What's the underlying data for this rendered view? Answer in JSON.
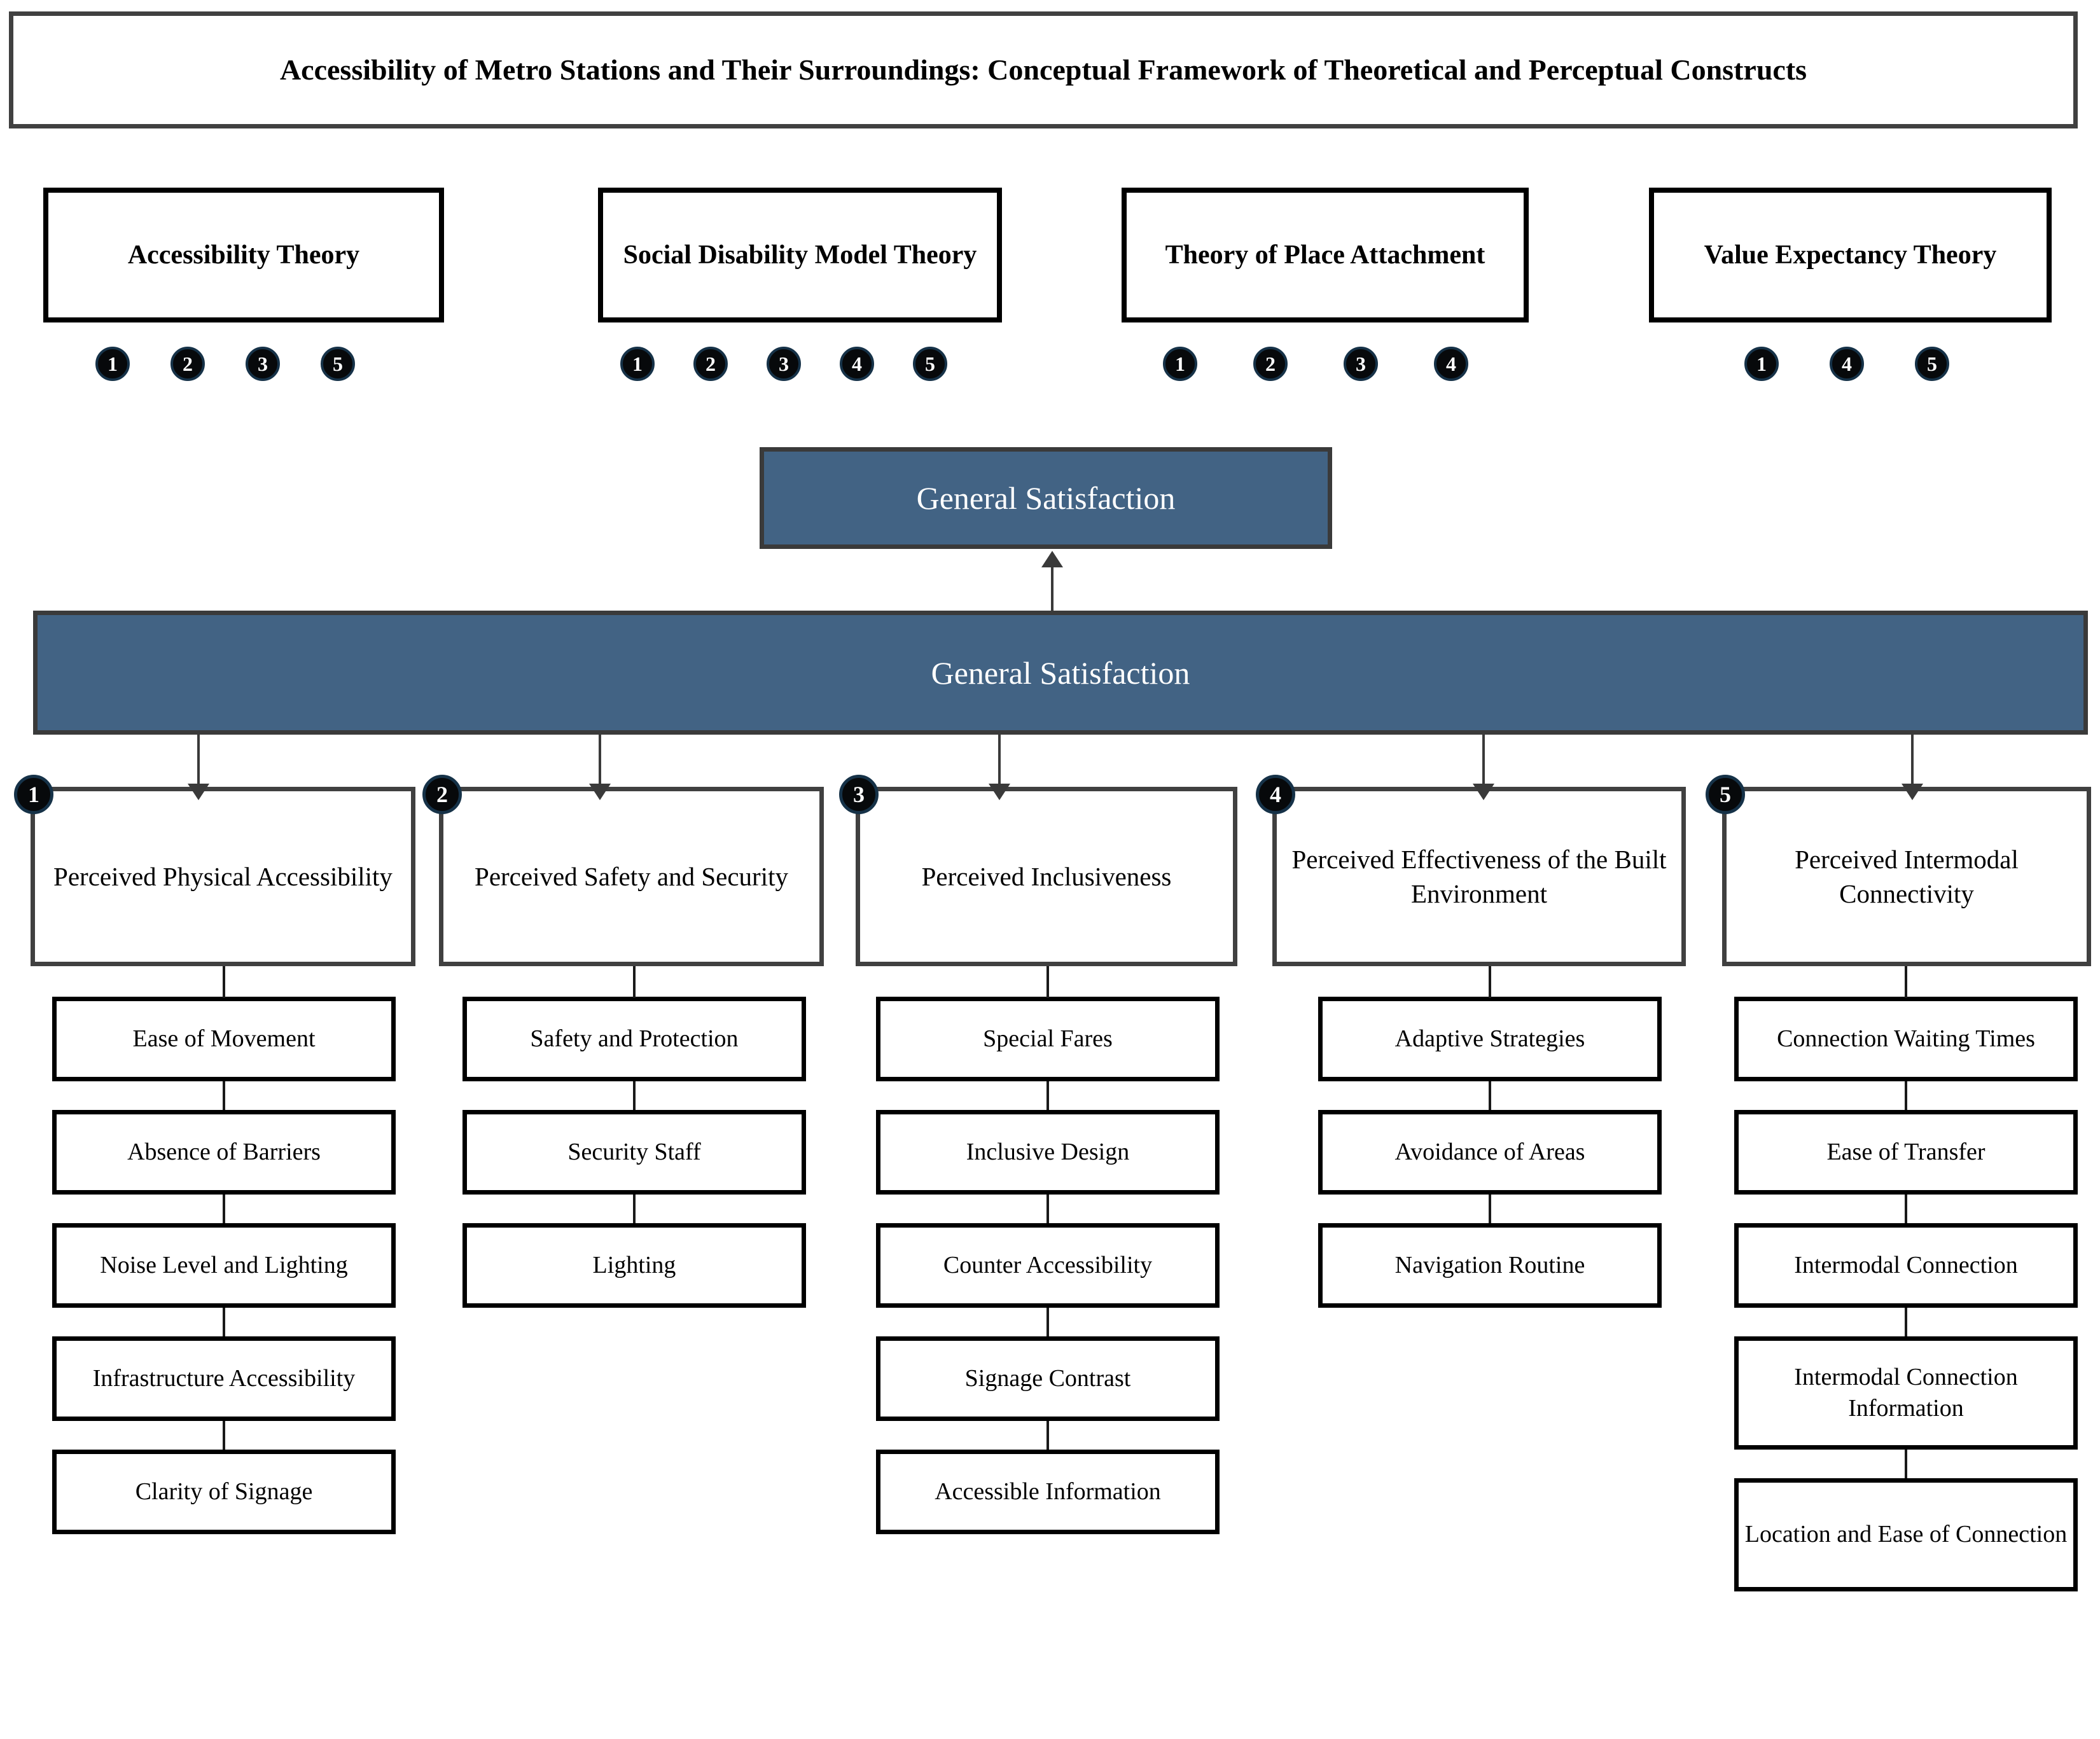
{
  "title": {
    "text": "Accessibility of Metro Stations and Their Surroundings: Conceptual Framework of Theoretical and Perceptual Constructs"
  },
  "theories": [
    {
      "name": "Accessibility Theory",
      "badges": [
        "1",
        "2",
        "3",
        "5"
      ]
    },
    {
      "name": "Social Disability Model Theory",
      "badges": [
        "1",
        "2",
        "3",
        "4",
        "5"
      ]
    },
    {
      "name": "Theory of Place Attachment",
      "badges": [
        "1",
        "2",
        "3",
        "4"
      ]
    },
    {
      "name": "Value Expectancy Theory",
      "badges": [
        "1",
        "4",
        "5"
      ]
    }
  ],
  "satisfaction": {
    "top_label": "General Satisfaction",
    "bar_label": "General Satisfaction"
  },
  "constructs": [
    {
      "number": "1",
      "name": "Perceived Physical Accessibility",
      "indicators": [
        "Ease of Movement",
        "Absence of Barriers",
        "Noise Level and Lighting",
        "Infrastructure Accessibility",
        "Clarity of Signage"
      ]
    },
    {
      "number": "2",
      "name": "Perceived Safety and Security",
      "indicators": [
        "Safety and Protection",
        "Security Staff",
        "Lighting"
      ]
    },
    {
      "number": "3",
      "name": "Perceived Inclusiveness",
      "indicators": [
        "Special Fares",
        "Inclusive Design",
        "Counter Accessibility",
        "Signage Contrast",
        "Accessible Information"
      ]
    },
    {
      "number": "4",
      "name": "Perceived Effectiveness of the Built Environment",
      "indicators": [
        "Adaptive Strategies",
        "Avoidance of Areas",
        "Navigation Routine"
      ]
    },
    {
      "number": "5",
      "name": "Perceived Intermodal Connectivity",
      "indicators": [
        "Connection Waiting Times",
        "Ease of Transfer",
        "Intermodal Connection",
        "Intermodal Connection Information",
        "Location and Ease of Connection"
      ]
    }
  ],
  "colors": {
    "accent_blue": "#426384",
    "border_gray": "#404040",
    "border_black": "#000000",
    "badge_fill": "#07090b",
    "badge_ring": "#163248"
  }
}
